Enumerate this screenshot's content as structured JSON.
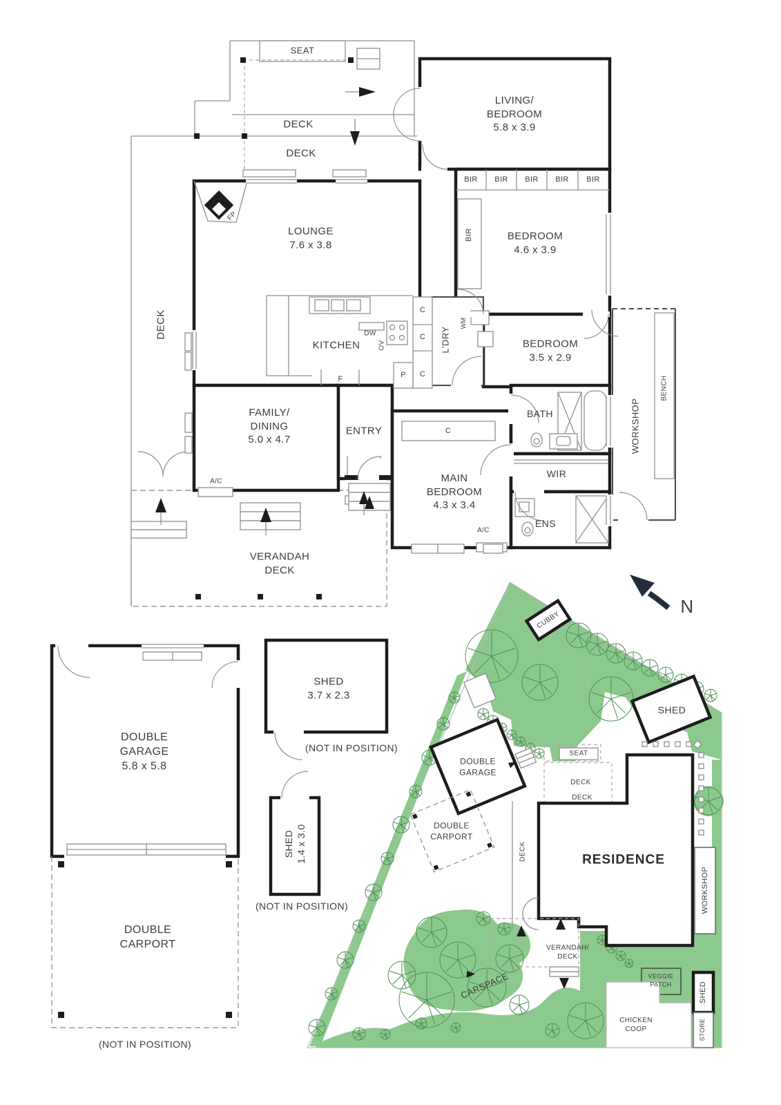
{
  "floorplan": {
    "decks": {
      "seat": "SEAT",
      "deck_upper": "DECK",
      "deck_mid": "DECK",
      "deck_left": "DECK",
      "verandah_l1": "VERANDAH",
      "verandah_l2": "DECK"
    },
    "rooms": {
      "living": {
        "l1": "LIVING/",
        "l2": "BEDROOM",
        "dims": "5.8 x 3.9"
      },
      "bedroom2": {
        "l1": "BEDROOM",
        "dims": "4.6 x 3.9"
      },
      "bedroom3": {
        "l1": "BEDROOM",
        "dims": "3.5 x 2.9"
      },
      "lounge": {
        "l1": "LOUNGE",
        "dims": "7.6 x 3.8"
      },
      "kitchen": {
        "l1": "KITCHEN"
      },
      "laundry": {
        "l1": "L'DRY"
      },
      "family": {
        "l1": "FAMILY/",
        "l2": "DINING",
        "dims": "5.0 x 4.7"
      },
      "entry": {
        "l1": "ENTRY"
      },
      "main_bedroom": {
        "l1": "MAIN",
        "l2": "BEDROOM",
        "dims": "4.3 x 3.4"
      },
      "bath": {
        "l1": "BATH"
      },
      "wir": {
        "l1": "WIR"
      },
      "ens": {
        "l1": "ENS"
      },
      "workshop": {
        "l1": "WORKSHOP"
      }
    },
    "fixtures": {
      "fp": "FP",
      "dw": "DW",
      "ov": "OV",
      "wm": "WM",
      "bench": "BENCH",
      "p": "P",
      "f": "F",
      "c": "C",
      "ac": "A/C",
      "bir": "BIR"
    },
    "bir_row": [
      "BIR",
      "BIR",
      "BIR",
      "BIR",
      "BIR"
    ]
  },
  "outbuildings": {
    "garage": {
      "l1": "DOUBLE",
      "l2": "GARAGE",
      "dims": "5.8 x 5.8"
    },
    "carport": {
      "l1": "DOUBLE",
      "l2": "CARPORT",
      "note": "(NOT IN POSITION)"
    },
    "shed_large": {
      "l1": "SHED",
      "dims": "3.7 x 2.3",
      "note": "(NOT IN POSITION)"
    },
    "shed_small": {
      "l1": "SHED",
      "dims": "1.4 x 3.0",
      "note": "(NOT IN POSITION)"
    }
  },
  "siteplan": {
    "north": "N",
    "cubby": "CUBBY",
    "shed_top": "SHED",
    "seat": "SEAT",
    "deck1": "DECK",
    "deck2": "DECK",
    "deck3": "DECK",
    "garage_l1": "DOUBLE",
    "garage_l2": "GARAGE",
    "carport_l1": "DOUBLE",
    "carport_l2": "CARPORT",
    "residence": "RESIDENCE",
    "workshop": "WORKSHOP",
    "verandah_l1": "VERANDAH/",
    "verandah_l2": "DECK",
    "carspace": "CARSPACE",
    "veggie_l1": "VEGGIE",
    "veggie_l2": "PATCH",
    "chicken_l1": "CHICKEN",
    "chicken_l2": "COOP",
    "shed_bottom": "SHED",
    "store": "STORE"
  },
  "colors": {
    "wall": "#1d1d1d",
    "line": "#8f8f8f",
    "text": "#3c3c3c",
    "green": "#8cc98c",
    "tree_stroke": "#4e8f57",
    "north_arrow": "#232e3a"
  }
}
